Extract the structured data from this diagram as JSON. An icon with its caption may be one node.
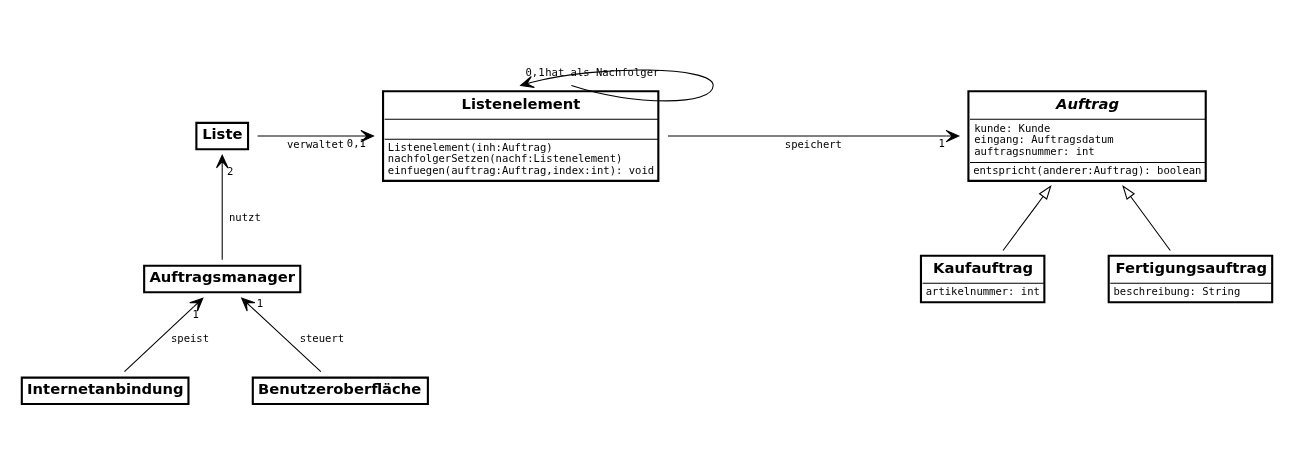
{
  "diagram": {
    "nodes": [
      {
        "text": [
          "Liste"
        ]
      },
      {
        "text": [
          "Listenelement",
          "Listenelement(inh:Auftrag)",
          "nachfolgerSetzen(nachf:Listenelement)",
          "einfuegen(auftrag:Auftrag,index:int): void"
        ]
      },
      {
        "text": [
          "Auftrag",
          "kunde: Kunde",
          "eingang: Auftragsdatum",
          "auftragsnummer: int",
          "entspricht(anderer:Auftrag): boolean"
        ]
      },
      {
        "text": [
          "Kaufauftrag",
          "artikelnummer: int"
        ]
      },
      {
        "text": [
          "Fertigungsauftrag",
          "beschreibung: String"
        ]
      },
      {
        "text": [
          "Auftragsmanager"
        ]
      },
      {
        "text": [
          "Internetanbindung"
        ]
      },
      {
        "text": [
          "Benutzeroberfläche"
        ]
      }
    ],
    "edges": [
      {
        "from": 0,
        "to": 1,
        "arrow": "to",
        "label": "verwaltet"
      },
      {
        "from": 1,
        "to": 1,
        "arrow": "to",
        "label": "hat als Nachfolger"
      },
      {
        "from": 1,
        "to": 2,
        "arrow": "to",
        "label": "speichert"
      },
      {
        "from": 5,
        "to": 0,
        "arrow": "to",
        "label": "nutzt"
      },
      {
        "from": 6,
        "to": 5,
        "arrow": "to",
        "label": "speist"
      },
      {
        "from": 7,
        "to": 5,
        "arrow": "to",
        "label": "steuert"
      },
      {
        "from": 3,
        "to": 2,
        "arrow": "to"
      },
      {
        "from": 4,
        "to": 2,
        "arrow": "to"
      }
    ],
    "labels": [
      "0,1",
      "0,1",
      "1",
      "2",
      "1",
      "1"
    ]
  }
}
